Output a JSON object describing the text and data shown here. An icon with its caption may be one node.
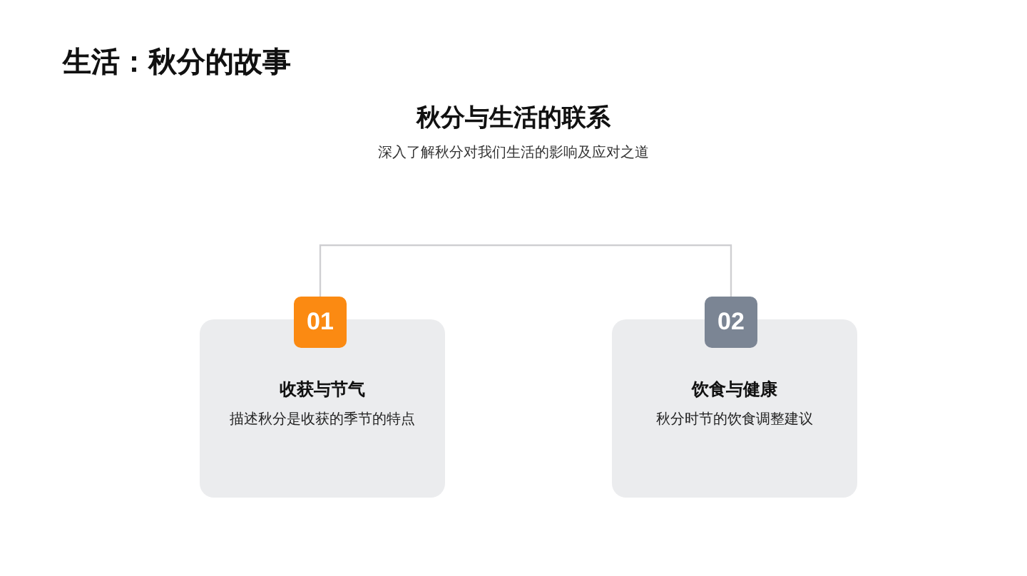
{
  "diagram": {
    "title": "生活：秋分的故事",
    "nodes": [
      {
        "text": [
          "01"
        ]
      },
      {
        "text": [
          "收获与节气",
          "描述秋分是收获的季节的特点"
        ]
      },
      {
        "text": [
          "02"
        ]
      },
      {
        "text": [
          "饮食与健康",
          "秋分时节的饮食调整建议"
        ]
      }
    ],
    "edges": [
      {
        "from": 0,
        "to": 2,
        "arrow": "none"
      }
    ],
    "labels": [
      "秋分与生活的联系",
      "深入了解秋分对我们生活的影响及应对之道"
    ]
  }
}
